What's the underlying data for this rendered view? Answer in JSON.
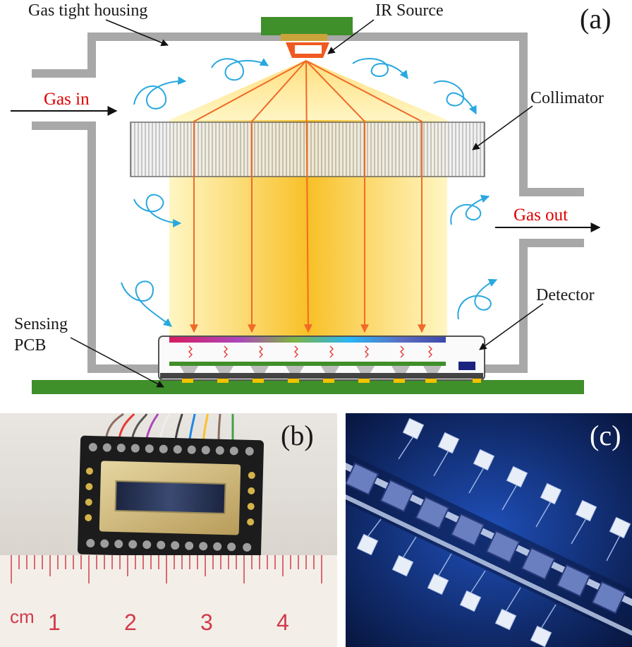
{
  "panel_a": {
    "panel_label": "(a)",
    "labels": {
      "housing": "Gas tight housing",
      "source": "IR Source",
      "collimator": "Collimator",
      "gas_in": "Gas in",
      "gas_out": "Gas out",
      "detector": "Detector",
      "pcb_line1": "Sensing",
      "pcb_line2": "PCB"
    },
    "colors": {
      "housing": "#a8a8a8",
      "pcb": "#2e7d32",
      "beam": "#f7b500",
      "ray": "#f06a28",
      "flow": "#29a8e0",
      "label_red": "#e00000"
    }
  },
  "panel_b": {
    "panel_label": "(b)",
    "ruler_unit": "cm",
    "ruler_numbers": [
      "1",
      "2",
      "3",
      "4"
    ]
  },
  "panel_c": {
    "panel_label": "(c)"
  }
}
